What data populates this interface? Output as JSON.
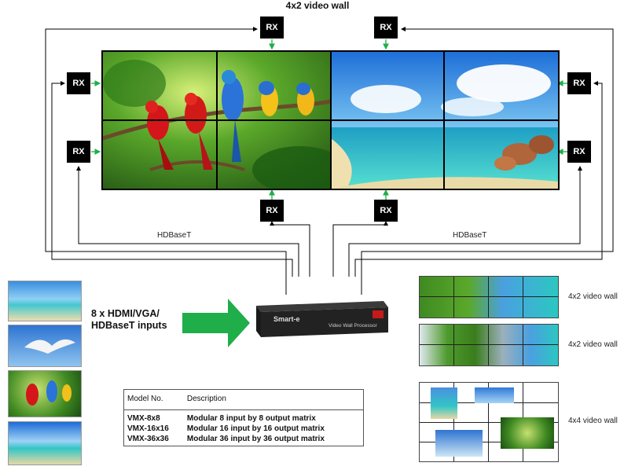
{
  "title": "4x2 video wall",
  "rx_label": "RX",
  "hdbaset_left": "HDBaseT",
  "hdbaset_right": "HDBaseT",
  "inputs_label_lines": [
    "8 x HDMI/VGA/",
    "HDBaseT inputs"
  ],
  "device": {
    "brand": "Smart-e",
    "product": "Video Wall Processor"
  },
  "layouts": [
    {
      "label": "4x2 video wall"
    },
    {
      "label": "4x2 video wall"
    },
    {
      "label": "4x4 video wall"
    }
  ],
  "table": {
    "headers": [
      "Model No.",
      "Description"
    ],
    "rows": [
      [
        "VMX-8x8",
        "Modular 8 input by 8 output matrix"
      ],
      [
        "VMX-16x16",
        "Modular 16 input by 16 output matrix"
      ],
      [
        "VMX-36x36",
        "Modular 36 input by 36 output matrix"
      ]
    ]
  },
  "colors": {
    "arrow_green": "#1fae4a",
    "line": "#000000",
    "sky": "#3d8fe0",
    "sea": "#2cc7c2",
    "jungle": "#2e7d1e"
  }
}
